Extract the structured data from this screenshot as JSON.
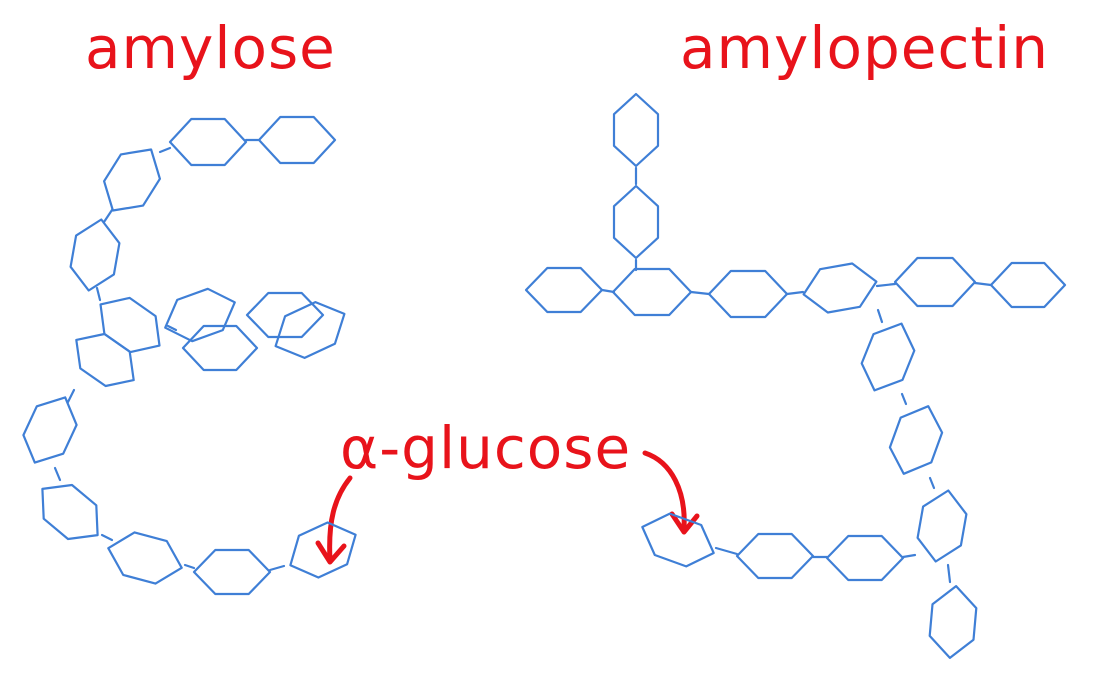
{
  "labels": {
    "amylose": "amylose",
    "amylopectin": "amylopectin",
    "alpha_glucose": "α-glucose"
  },
  "colors": {
    "label": "#e8131b",
    "ring": "#3f7fd6",
    "background": "#ffffff"
  }
}
